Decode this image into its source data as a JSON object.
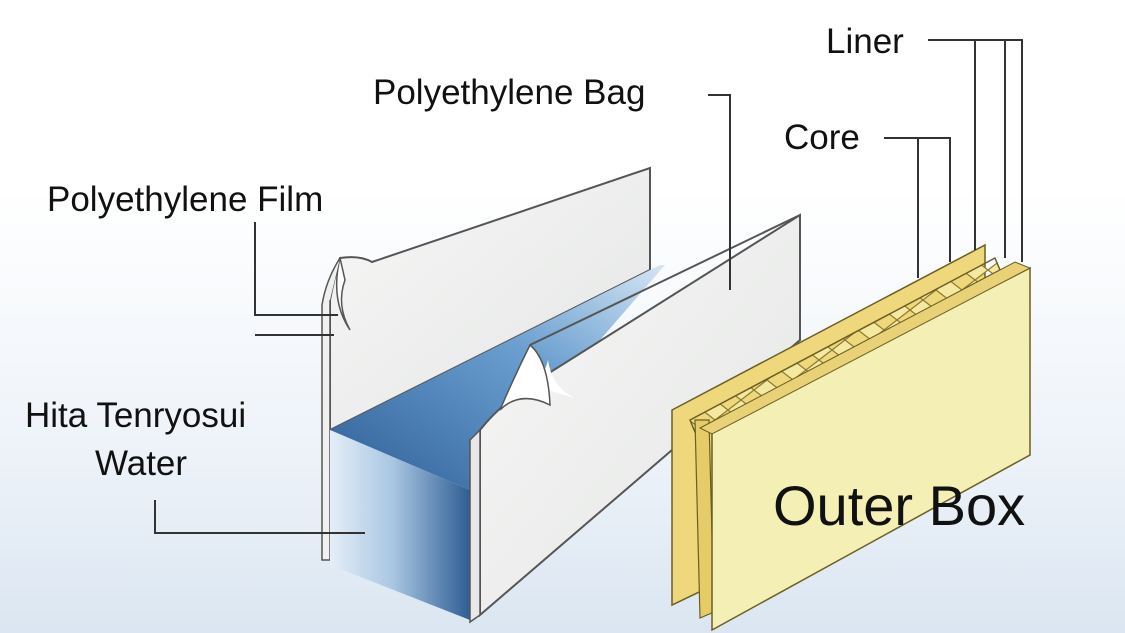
{
  "labels": {
    "liner": "Liner",
    "core": "Core",
    "polyethylene_bag": "Polyethylene Bag",
    "polyethylene_film": "Polyethylene Film",
    "water_line1": "Hita Tenryosui",
    "water_line2": "Water",
    "outer_box": "Outer Box"
  },
  "colors": {
    "water_blue": "#5b8fc4",
    "cardboard": "#f3eeb0",
    "corrugation": "#e0c65e",
    "panel": "#f2f3f2",
    "leader": "#333333"
  }
}
